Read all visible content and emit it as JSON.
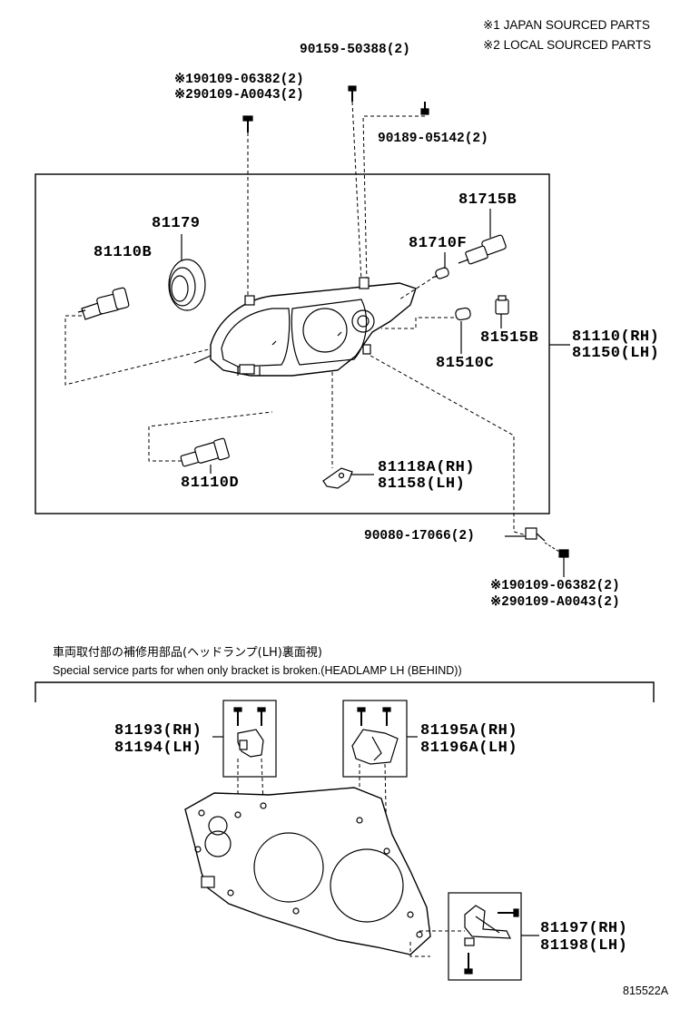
{
  "legend": {
    "japan_sourced": "※1 JAPAN SOURCED PARTS",
    "local_sourced": "※2 LOCAL SOURCED PARTS"
  },
  "top_parts": {
    "p_90159_50388": "90159-50388(2)",
    "p_top_left_1": "※190109-06382(2)",
    "p_top_left_2": "※290109-A0043(2)",
    "p_90189_05142": "90189-05142(2)"
  },
  "box_parts": {
    "p_81715b": "81715B",
    "p_81179": "81179",
    "p_81110b": "81110B",
    "p_81710f": "81710F",
    "p_81515b": "81515B",
    "p_81510c": "81510C",
    "p_81110d": "81110D",
    "p_81118a_rh": "81118A(RH)",
    "p_81158_lh": "81158(LH)"
  },
  "assembly": {
    "rh": "81110(RH)",
    "lh": "81150(LH)"
  },
  "bottom_parts": {
    "p_90080_17066": "90080-17066(2)",
    "p_bottom_1": "※190109-06382(2)",
    "p_bottom_2": "※290109-A0043(2)"
  },
  "service_section": {
    "japanese_caption": "車両取付部の補修用部品(ヘッドランプ(LH)裏面視)",
    "english_caption": "Special service parts for when only bracket is broken.(HEADLAMP LH (BEHIND))",
    "p_81193_rh": "81193(RH)",
    "p_81194_lh": "81194(LH)",
    "p_81195a_rh": "81195A(RH)",
    "p_81196a_lh": "81196A(LH)",
    "p_81197_rh": "81197(RH)",
    "p_81198_lh": "81198(LH)"
  },
  "illustration_id": "815522A"
}
